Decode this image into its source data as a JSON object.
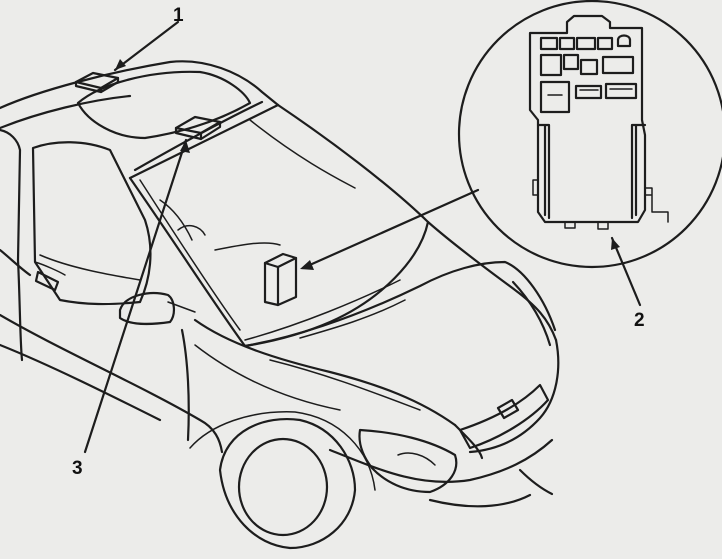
{
  "callouts": [
    {
      "id": "1",
      "label": "1"
    },
    {
      "id": "2",
      "label": "2"
    },
    {
      "id": "3",
      "label": "3"
    }
  ],
  "colors": {
    "ink": "#1d1d1d",
    "paper": "#ececea"
  }
}
